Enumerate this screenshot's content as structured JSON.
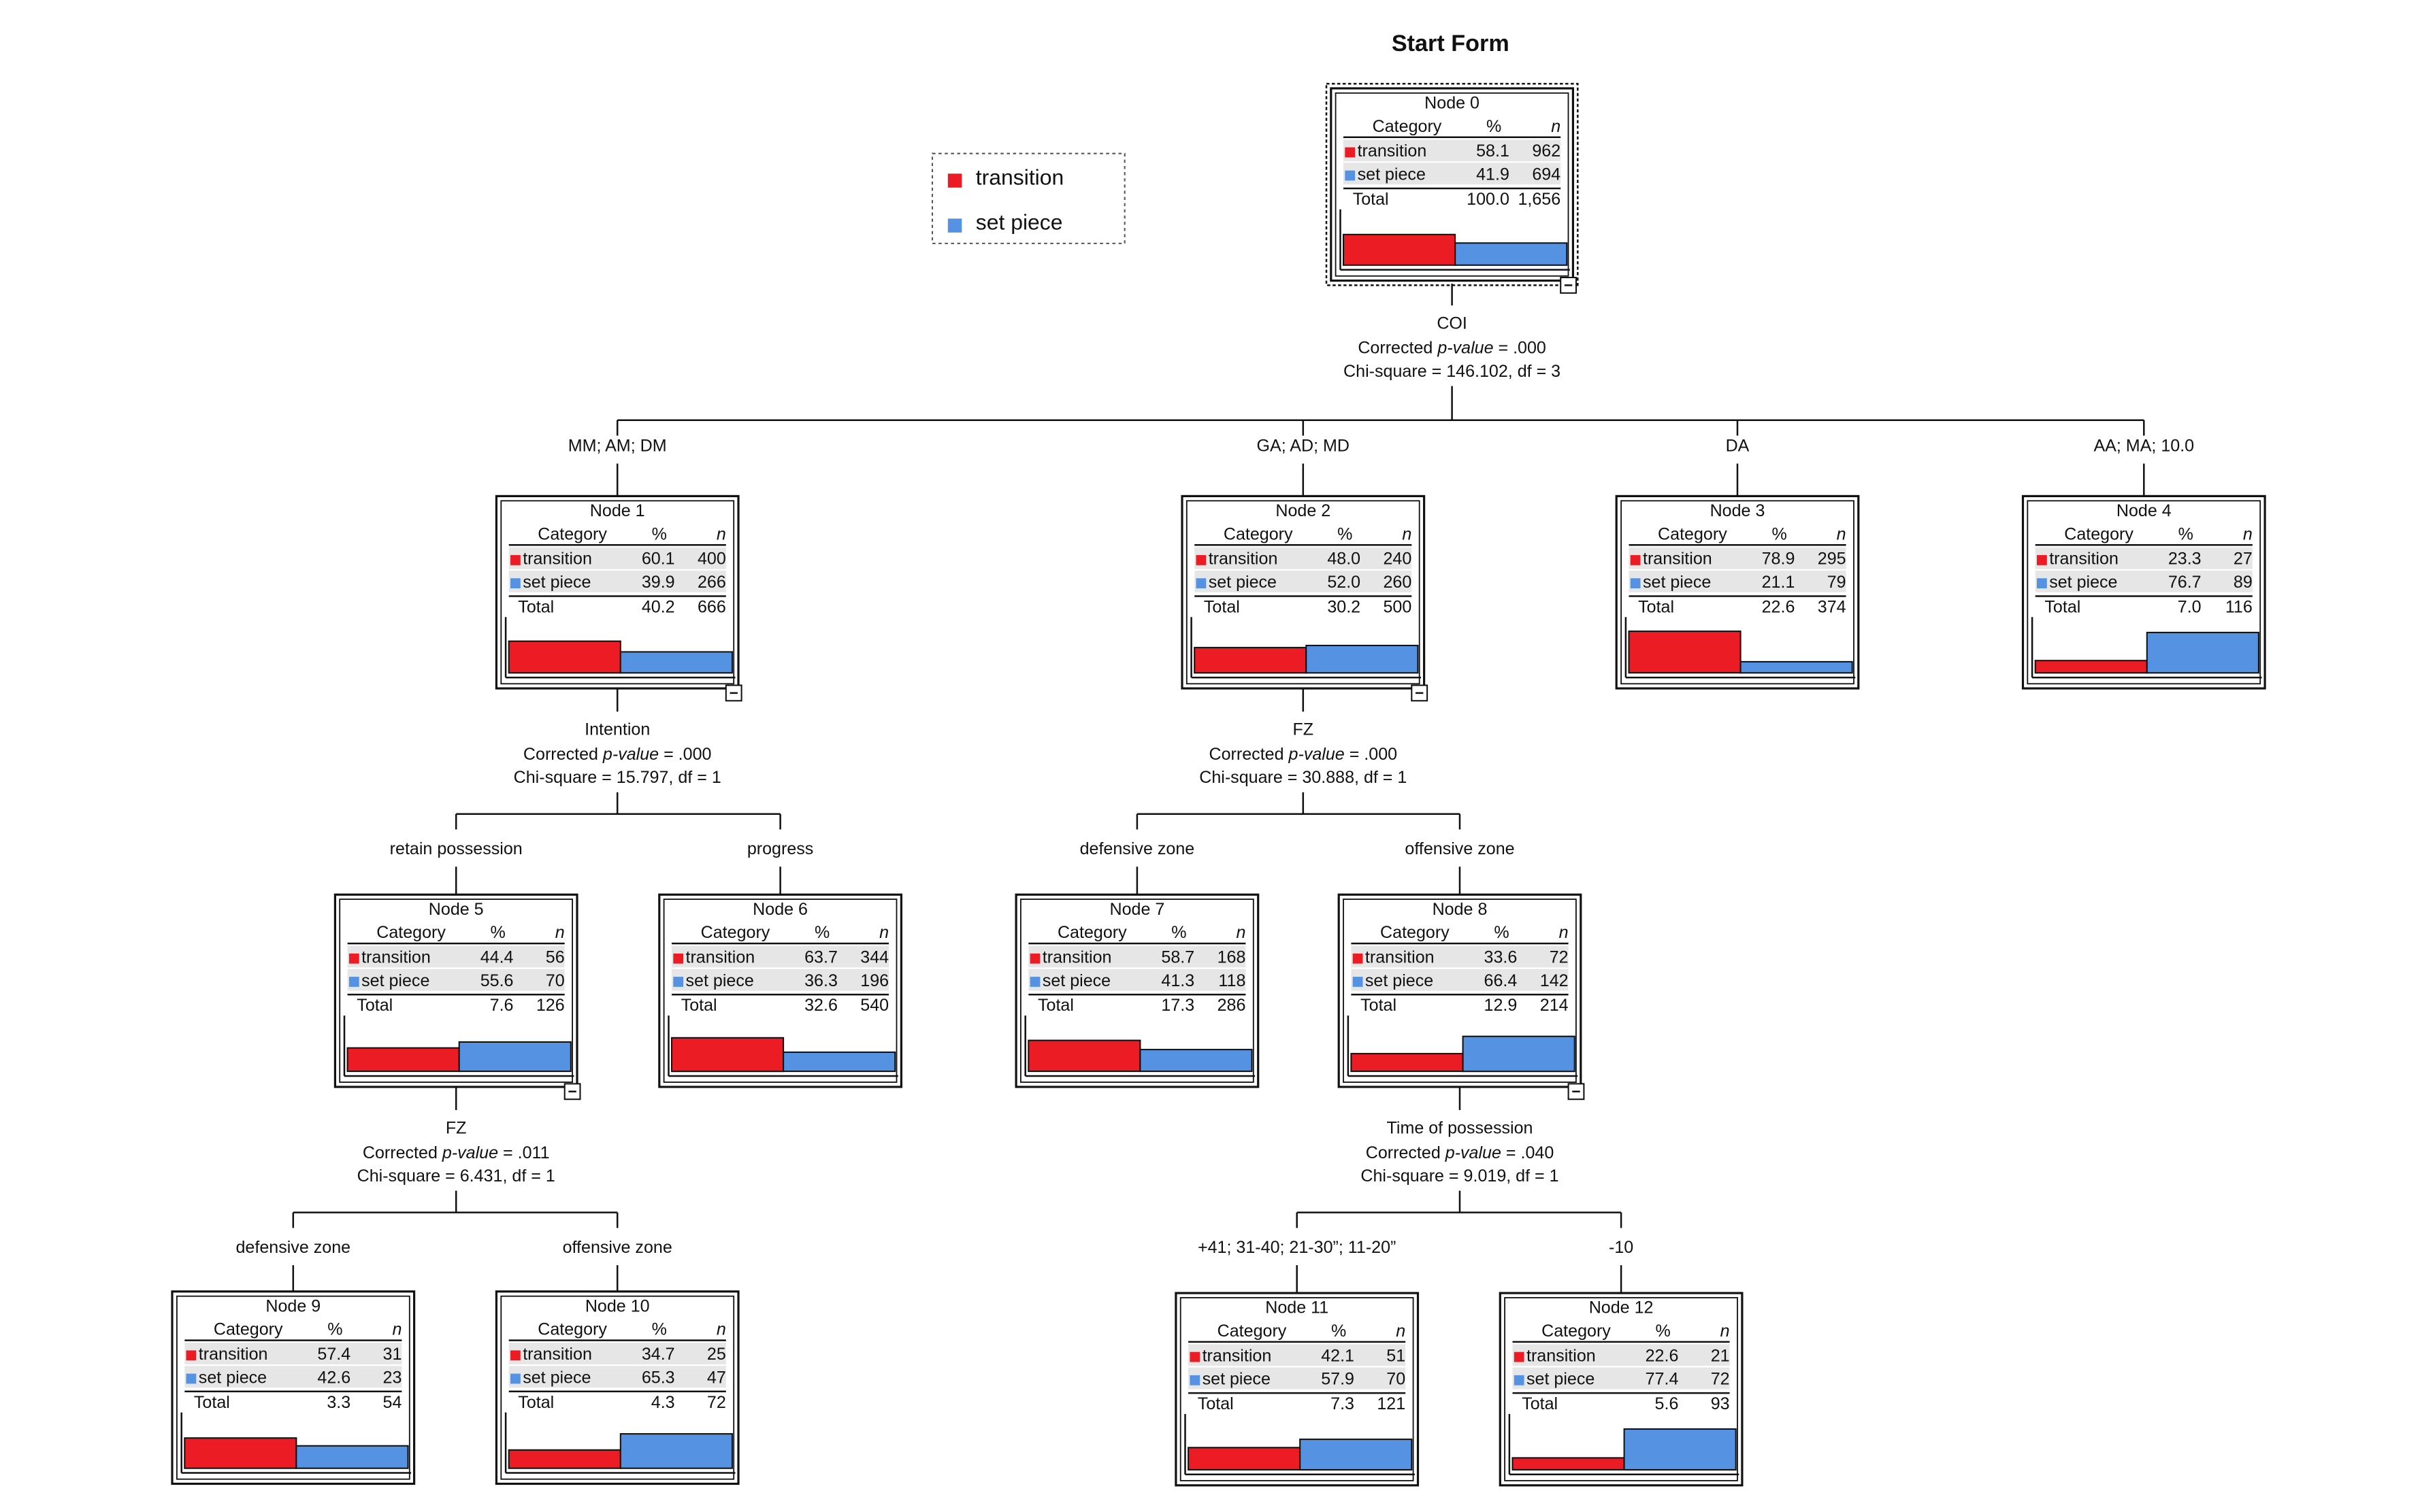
{
  "title": "Start Form",
  "colors": {
    "transition": "#ec1c24",
    "set_piece": "#5593e2",
    "row_highlight": "#e6e6e6",
    "line": "#111111"
  },
  "legend": {
    "items": [
      {
        "label": "transition",
        "color": "#ec1c24"
      },
      {
        "label": "set piece",
        "color": "#5593e2"
      }
    ]
  },
  "table_headers": {
    "category": "Category",
    "percent": "%",
    "n": "n"
  },
  "row_labels": {
    "transition": "transition",
    "set_piece": "set piece",
    "total": "Total"
  },
  "nodes": [
    {
      "id": 0,
      "title": "Node 0",
      "transition": {
        "pct": "58.1",
        "n": "962"
      },
      "set_piece": {
        "pct": "41.9",
        "n": "694"
      },
      "total": {
        "pct": "100.0",
        "n": "1,656"
      }
    },
    {
      "id": 1,
      "title": "Node 1",
      "transition": {
        "pct": "60.1",
        "n": "400"
      },
      "set_piece": {
        "pct": "39.9",
        "n": "266"
      },
      "total": {
        "pct": "40.2",
        "n": "666"
      }
    },
    {
      "id": 2,
      "title": "Node 2",
      "transition": {
        "pct": "48.0",
        "n": "240"
      },
      "set_piece": {
        "pct": "52.0",
        "n": "260"
      },
      "total": {
        "pct": "30.2",
        "n": "500"
      }
    },
    {
      "id": 3,
      "title": "Node 3",
      "transition": {
        "pct": "78.9",
        "n": "295"
      },
      "set_piece": {
        "pct": "21.1",
        "n": "79"
      },
      "total": {
        "pct": "22.6",
        "n": "374"
      }
    },
    {
      "id": 4,
      "title": "Node 4",
      "transition": {
        "pct": "23.3",
        "n": "27"
      },
      "set_piece": {
        "pct": "76.7",
        "n": "89"
      },
      "total": {
        "pct": "7.0",
        "n": "116"
      }
    },
    {
      "id": 5,
      "title": "Node 5",
      "transition": {
        "pct": "44.4",
        "n": "56"
      },
      "set_piece": {
        "pct": "55.6",
        "n": "70"
      },
      "total": {
        "pct": "7.6",
        "n": "126"
      }
    },
    {
      "id": 6,
      "title": "Node 6",
      "transition": {
        "pct": "63.7",
        "n": "344"
      },
      "set_piece": {
        "pct": "36.3",
        "n": "196"
      },
      "total": {
        "pct": "32.6",
        "n": "540"
      }
    },
    {
      "id": 7,
      "title": "Node 7",
      "transition": {
        "pct": "58.7",
        "n": "168"
      },
      "set_piece": {
        "pct": "41.3",
        "n": "118"
      },
      "total": {
        "pct": "17.3",
        "n": "286"
      }
    },
    {
      "id": 8,
      "title": "Node 8",
      "transition": {
        "pct": "33.6",
        "n": "72"
      },
      "set_piece": {
        "pct": "66.4",
        "n": "142"
      },
      "total": {
        "pct": "12.9",
        "n": "214"
      }
    },
    {
      "id": 9,
      "title": "Node 9",
      "transition": {
        "pct": "57.4",
        "n": "31"
      },
      "set_piece": {
        "pct": "42.6",
        "n": "23"
      },
      "total": {
        "pct": "3.3",
        "n": "54"
      }
    },
    {
      "id": 10,
      "title": "Node 10",
      "transition": {
        "pct": "34.7",
        "n": "25"
      },
      "set_piece": {
        "pct": "65.3",
        "n": "47"
      },
      "total": {
        "pct": "4.3",
        "n": "72"
      }
    },
    {
      "id": 11,
      "title": "Node 11",
      "transition": {
        "pct": "42.1",
        "n": "51"
      },
      "set_piece": {
        "pct": "57.9",
        "n": "70"
      },
      "total": {
        "pct": "7.3",
        "n": "121"
      }
    },
    {
      "id": 12,
      "title": "Node 12",
      "transition": {
        "pct": "22.6",
        "n": "21"
      },
      "set_piece": {
        "pct": "77.4",
        "n": "72"
      },
      "total": {
        "pct": "5.6",
        "n": "93"
      }
    }
  ],
  "splits": [
    {
      "parent": 0,
      "variable": "COI",
      "p_prefix": "Corrected ",
      "p_label": "p-value",
      "p_suffix": " = .000",
      "chi": "Chi-square = 146.102, df = 3"
    },
    {
      "parent": 1,
      "variable": "Intention",
      "p_prefix": "Corrected ",
      "p_label": "p-value",
      "p_suffix": " = .000",
      "chi": "Chi-square = 15.797, df = 1"
    },
    {
      "parent": 2,
      "variable": "FZ",
      "p_prefix": "Corrected ",
      "p_label": "p-value",
      "p_suffix": " = .000",
      "chi": "Chi-square = 30.888, df = 1"
    },
    {
      "parent": 5,
      "variable": "FZ",
      "p_prefix": "Corrected ",
      "p_label": "p-value",
      "p_suffix": " = .011",
      "chi": "Chi-square = 6.431, df = 1"
    },
    {
      "parent": 8,
      "variable": "Time of possession",
      "p_prefix": "Corrected ",
      "p_label": "p-value",
      "p_suffix": " = .040",
      "chi": "Chi-square = 9.019, df = 1"
    }
  ],
  "edges": [
    {
      "from": 0,
      "to": 1,
      "label": "MM; AM; DM"
    },
    {
      "from": 0,
      "to": 2,
      "label": "GA; AD; MD"
    },
    {
      "from": 0,
      "to": 3,
      "label": "DA"
    },
    {
      "from": 0,
      "to": 4,
      "label": "AA; MA; 10.0"
    },
    {
      "from": 1,
      "to": 5,
      "label": "retain possession"
    },
    {
      "from": 1,
      "to": 6,
      "label": "progress"
    },
    {
      "from": 2,
      "to": 7,
      "label": "defensive zone"
    },
    {
      "from": 2,
      "to": 8,
      "label": "offensive zone"
    },
    {
      "from": 5,
      "to": 9,
      "label": "defensive zone"
    },
    {
      "from": 5,
      "to": 10,
      "label": "offensive zone"
    },
    {
      "from": 8,
      "to": 11,
      "label": "+41; 31-40; 21-30”; 11-20”"
    },
    {
      "from": 8,
      "to": 12,
      "label": "-10"
    }
  ]
}
